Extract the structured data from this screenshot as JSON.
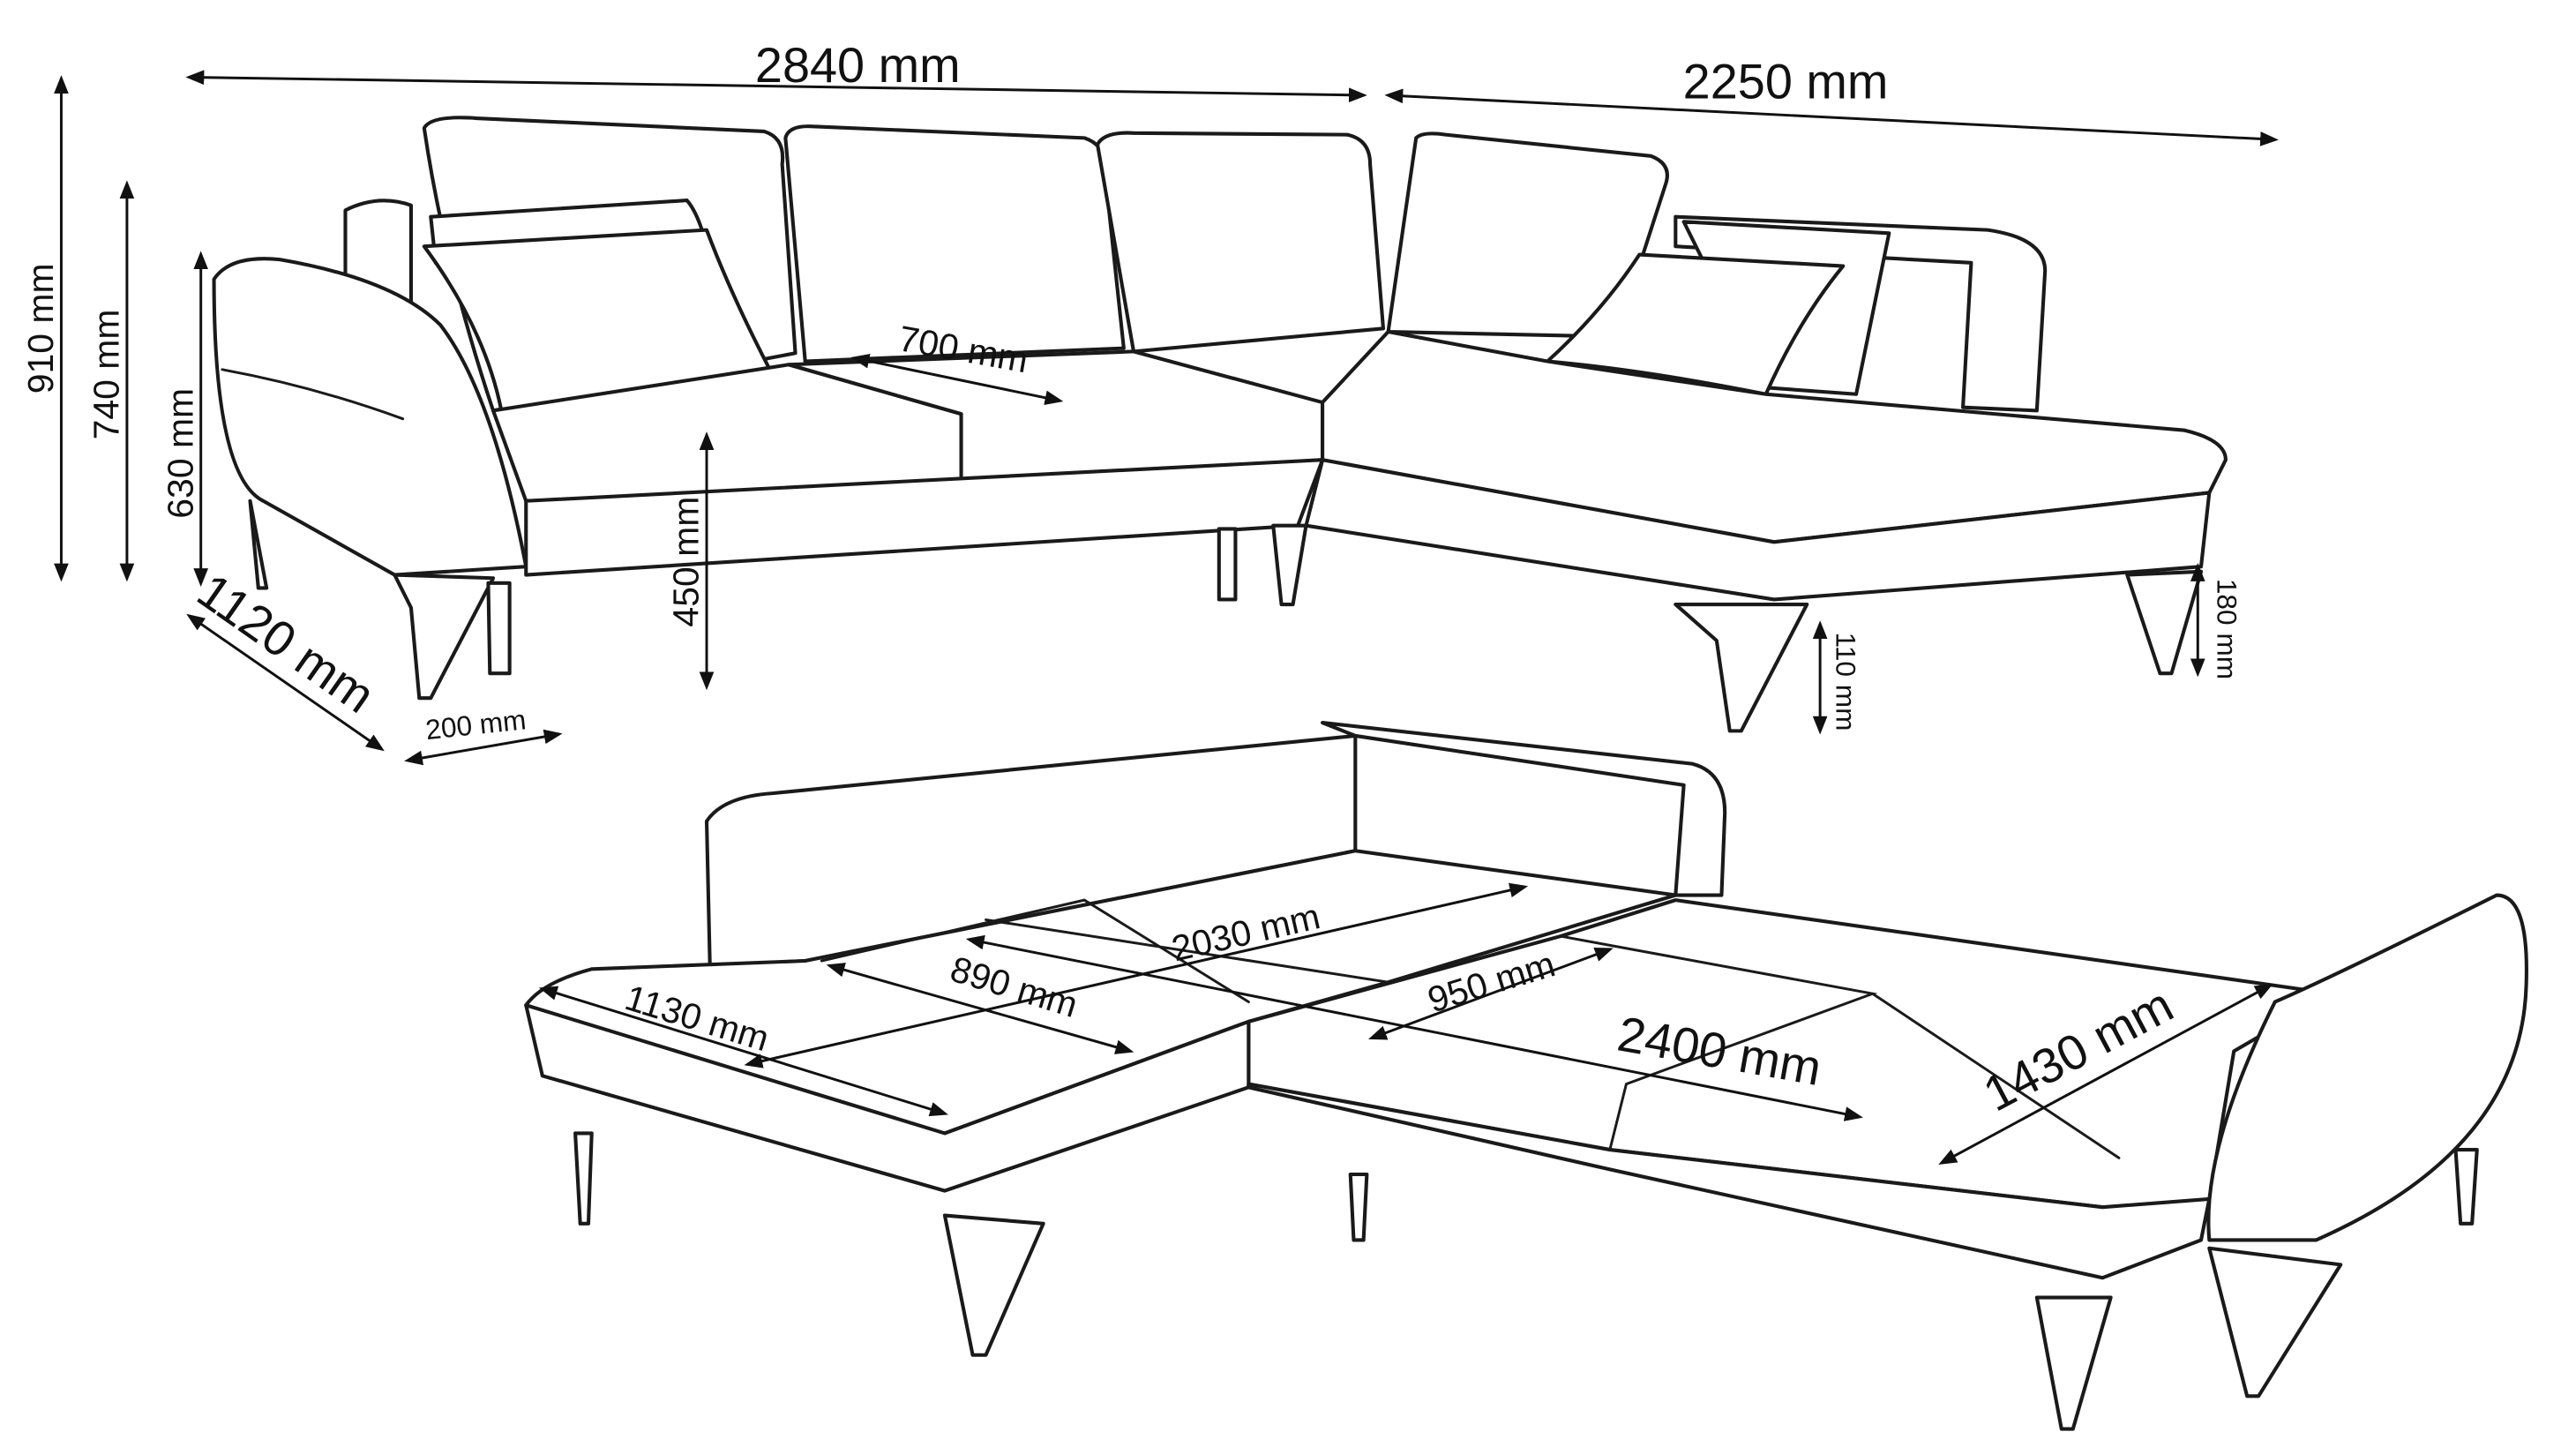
{
  "title": "Corner sofa dimensions drawing",
  "colors": {
    "line": "#1a1a1a",
    "background": "#ffffff"
  },
  "dimensions": {
    "total_width": "2840 mm",
    "chaise_length": "2250 mm",
    "height_total": "910 mm",
    "height_back": "740 mm",
    "height_arm": "630 mm",
    "seat_depth": "700 mm",
    "seat_height": "450 mm",
    "depth": "1120 mm",
    "arm_width": "200 mm",
    "leg_height_right": "180 mm",
    "leg_height_front": "110 mm"
  },
  "bed_dimensions": {
    "bed_length": "2030 mm",
    "left_depth": "1130 mm",
    "left_seat": "890 mm",
    "middle_seat": "950 mm",
    "bed_width": "2400 mm",
    "bed_depth": "1430 mm"
  }
}
